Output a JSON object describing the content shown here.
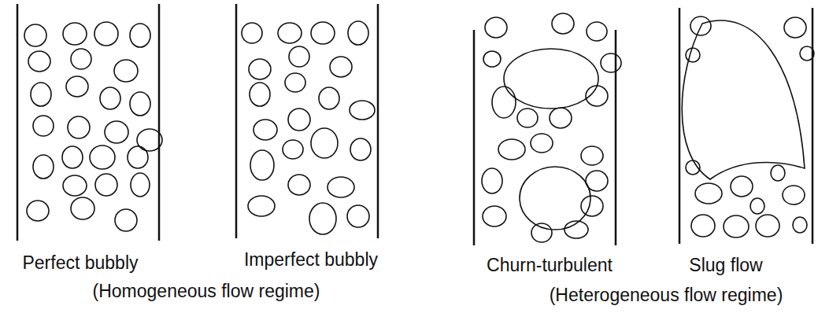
{
  "diagram": {
    "labels": [
      "Perfect bubbly",
      "Imperfect bubbly",
      "(Homogeneous flow regime)",
      "Churn-turbulent",
      "Slug flow",
      "(Heterogeneous flow regime)"
    ]
  }
}
